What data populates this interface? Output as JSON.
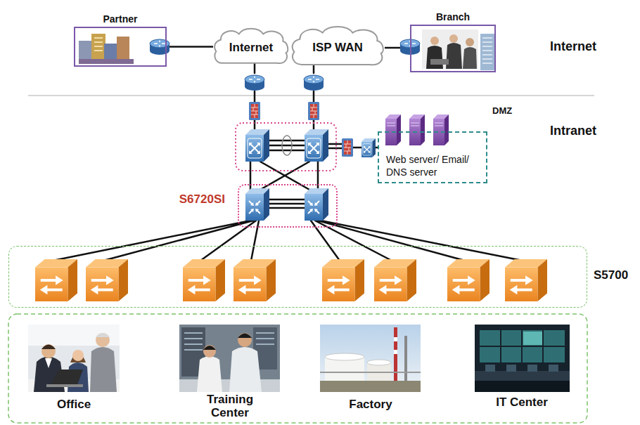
{
  "diagram": {
    "nodes": [
      {
        "text": [
          "Partner"
        ]
      },
      {
        "text": [
          "Internet"
        ]
      },
      {
        "text": [
          "ISP WAN"
        ]
      },
      {
        "text": [
          "Branch"
        ]
      },
      {
        "text": [
          "Web server/ Email/ DNS server"
        ]
      },
      {
        "text": [
          "S6720SI"
        ]
      },
      {
        "text": [
          "S5700"
        ]
      }
    ],
    "edges": [
      {
        "from": 0,
        "to": 1,
        "arrow": "none"
      },
      {
        "from": 2,
        "to": 3,
        "arrow": "none"
      }
    ],
    "labels": [
      "Internet",
      "DMZ",
      "Intranet",
      "Office",
      "Training Center",
      "Factory",
      "IT Center"
    ]
  }
}
